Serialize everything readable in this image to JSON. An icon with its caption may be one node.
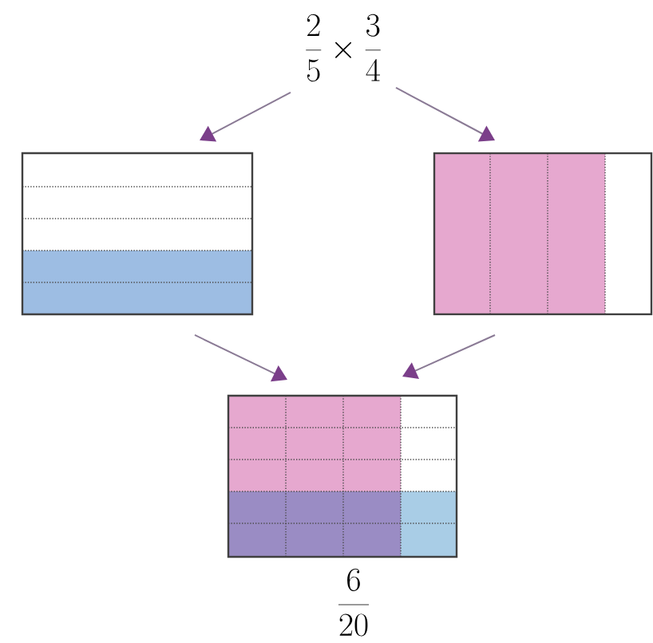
{
  "diagram": {
    "nodes": [
      {
        "text": [
          "\\frac{2}{5}\\times\\frac{3}{4}"
        ]
      },
      {
        "text": [],
        "shape": "box"
      },
      {
        "text": [],
        "shape": "box"
      },
      {
        "text": [],
        "shape": "box",
        "beside": [
          "\\frac{6}{20}"
        ]
      }
    ],
    "edges": [
      {
        "from": 0,
        "to": 1,
        "arrow": "to"
      },
      {
        "from": 0,
        "to": 2,
        "arrow": "to"
      },
      {
        "from": 1,
        "to": 3,
        "arrow": "to"
      },
      {
        "from": 2,
        "to": 3,
        "arrow": "to"
      }
    ]
  }
}
